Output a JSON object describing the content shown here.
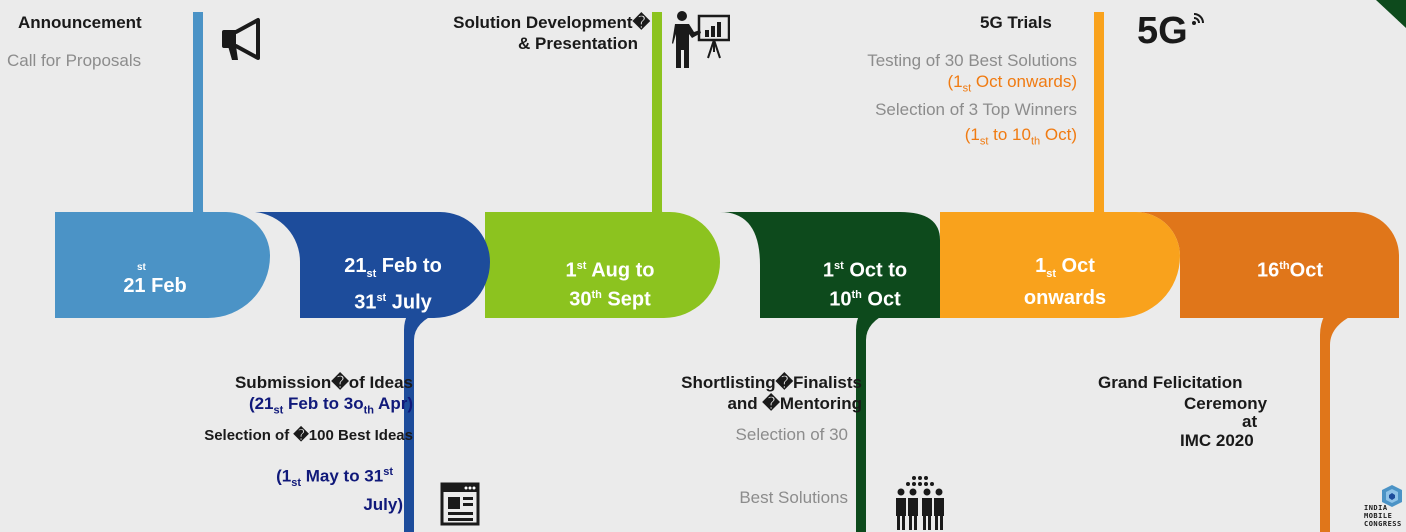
{
  "colors": {
    "background": "#ebebeb",
    "blue_light": "#4b93c6",
    "blue_dark": "#1d4c9b",
    "green_light": "#8cc31f",
    "green_dark": "#0d4a1c",
    "orange": "#f9a21c",
    "orange_dark": "#e0761a",
    "navy_text": "#10197a",
    "orange_text": "#f07b12"
  },
  "stages": [
    {
      "date_main": "21",
      "date_sup": "st",
      "date_rest": " Feb"
    },
    {
      "line1_a": "21",
      "line1_sub": "st",
      "line1_b": " Feb to",
      "line2_a": "31",
      "line2_sup": "st",
      "line2_b": " July"
    },
    {
      "line1_a": "1",
      "line1_sup": "st",
      "line1_b": " Aug to",
      "line2_a": "30",
      "line2_sup": "th",
      "line2_b": " Sept"
    },
    {
      "line1_a": "1",
      "line1_sup": "st",
      "line1_b": " Oct to",
      "line2_a": "10",
      "line2_sup": "th",
      "line2_b": " Oct"
    },
    {
      "line1_a": "1",
      "line1_sub": "st",
      "line1_b": " Oct",
      "line2": "onwards"
    },
    {
      "main": "16",
      "sup": "th",
      "rest": "Oct"
    }
  ],
  "top": {
    "announcement": {
      "title": "Announcement",
      "subtitle": "Call for Proposals"
    },
    "solution": {
      "line1": "Solution Development�",
      "line2": "& Presentation"
    },
    "trials": {
      "title": "5G Trials",
      "line1": "Testing of 30 Best Solutions",
      "line2_a": "(1",
      "line2_sub": "st",
      "line2_b": " Oct onwards)",
      "line3": "Selection of 3 Top Winners",
      "line4_a": "(1",
      "line4_sub1": "st",
      "line4_b": " to 10",
      "line4_sub2": "th",
      "line4_c": " Oct)",
      "logo": "5G"
    }
  },
  "bottom": {
    "submission": {
      "title": "Submission�of Ideas",
      "date1_a": "(21",
      "date1_sub1": "st",
      "date1_b": " Feb to 3o",
      "date1_sub2": "th",
      "date1_c": " Apr)",
      "selection": "Selection of �100 Best Ideas",
      "date2_a": "(1",
      "date2_sub": "st",
      "date2_b": " May to 31",
      "date2_sup": "st",
      "date2_line2": "July)"
    },
    "shortlisting": {
      "line1": "Shortlisting�Finalists",
      "line2": "and �Mentoring",
      "line3": "Selection of 30",
      "line4": "Best Solutions"
    },
    "felicitation": {
      "line1": "Grand Felicitation",
      "line2": "Ceremony",
      "line3": "at",
      "line4": "IMC 2020"
    },
    "imc_logo": {
      "line1": "INDIA",
      "line2": "MOBILE",
      "line3": "CONGRESS"
    }
  },
  "icons": [
    "megaphone-icon",
    "presenter-icon",
    "5g-signal-icon",
    "document-icon",
    "team-icon",
    "imc-logo-icon"
  ]
}
